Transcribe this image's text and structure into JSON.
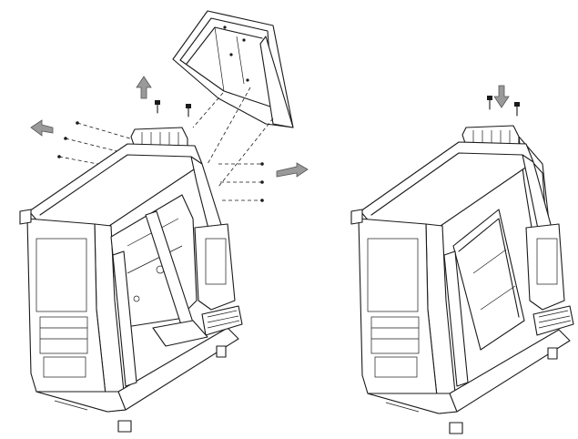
{
  "figure": {
    "panels": [
      {
        "id": "left",
        "step": "remove-top-panel"
      },
      {
        "id": "right",
        "step": "install-top-panel"
      }
    ],
    "colors": {
      "line": "#1a1a1a",
      "arrow": "#9a9a9a",
      "background": "#ffffff"
    },
    "icons": [
      "arrow-up-icon",
      "arrow-left-icon",
      "arrow-right-icon",
      "arrow-down-icon",
      "screw-icon"
    ]
  }
}
